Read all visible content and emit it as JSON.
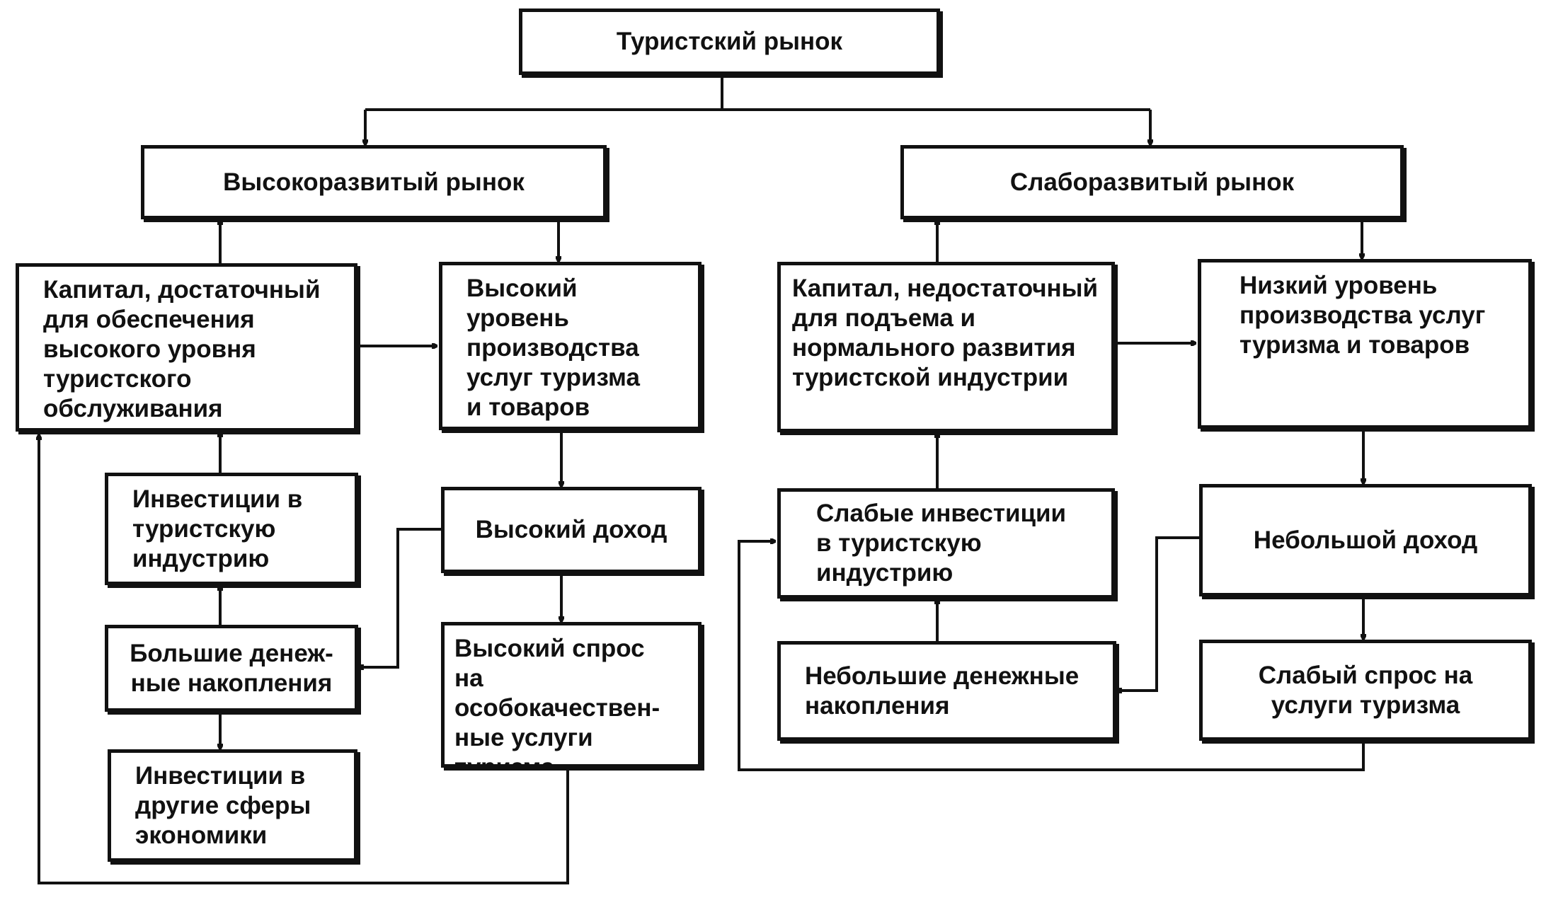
{
  "diagram": {
    "root": "Туристский рынок",
    "high": {
      "title": "Высокоразвитый рынок",
      "capital": "Капитал, достаточный\nдля обеспечения\nвысокого уровня\nтуристского\nобслуживания",
      "production": "Высокий уровень\nпроизводства\nуслуг туризма\nи товаров",
      "investments": "Инвестиции в\nтуристскую\nиндустрию",
      "income": "Высокий доход",
      "savings": "Большие денеж-\nные накопления",
      "demand": "Высокий спрос\nна особокачествен-\nные услуги\nтуризма",
      "other_investments": "Инвестиции в\nдругие сферы\nэкономики"
    },
    "low": {
      "title": "Слаборазвитый рынок",
      "capital": "Капитал, недостаточный\nдля подъема и\nнормального развития\nтуристской индустрии",
      "production": "Низкий уровень\nпроизводства услуг\nтуризма и товаров",
      "investments": "Слабые инвестиции\nв туристскую\nиндустрию",
      "income": "Небольшой доход",
      "savings": "Небольшие денежные\nнакопления",
      "demand": "Слабый спрос на\nуслуги туризма"
    }
  }
}
